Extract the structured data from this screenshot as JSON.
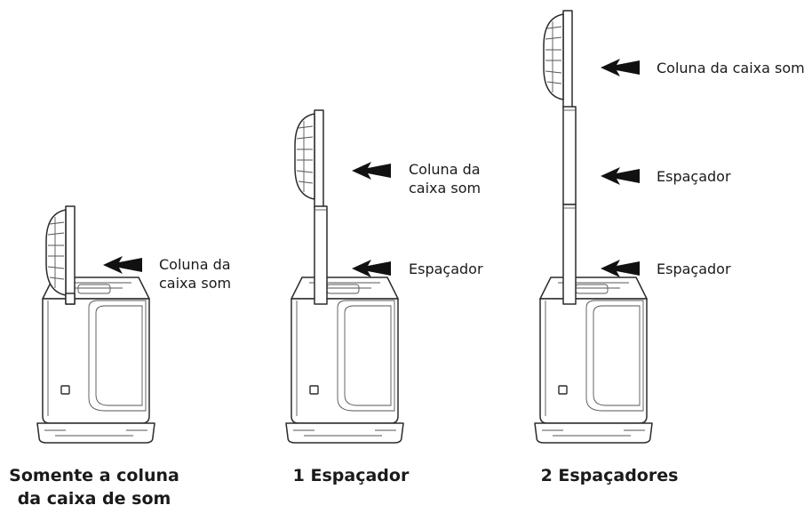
{
  "configurations": [
    {
      "caption_line1": "Somente a coluna",
      "caption_line2": "da caixa de som",
      "callouts": [
        {
          "line1": "Coluna da",
          "line2": "caixa som"
        }
      ]
    },
    {
      "caption_line1": "1 Espaçador",
      "callouts": [
        {
          "line1": "Coluna da",
          "line2": "caixa som"
        },
        {
          "line1": "Espaçador"
        }
      ]
    },
    {
      "caption_line1": "2 Espaçadores",
      "callouts": [
        {
          "line1": "Coluna da caixa som"
        },
        {
          "line1": "Espaçador"
        },
        {
          "line1": "Espaçador"
        }
      ]
    }
  ]
}
